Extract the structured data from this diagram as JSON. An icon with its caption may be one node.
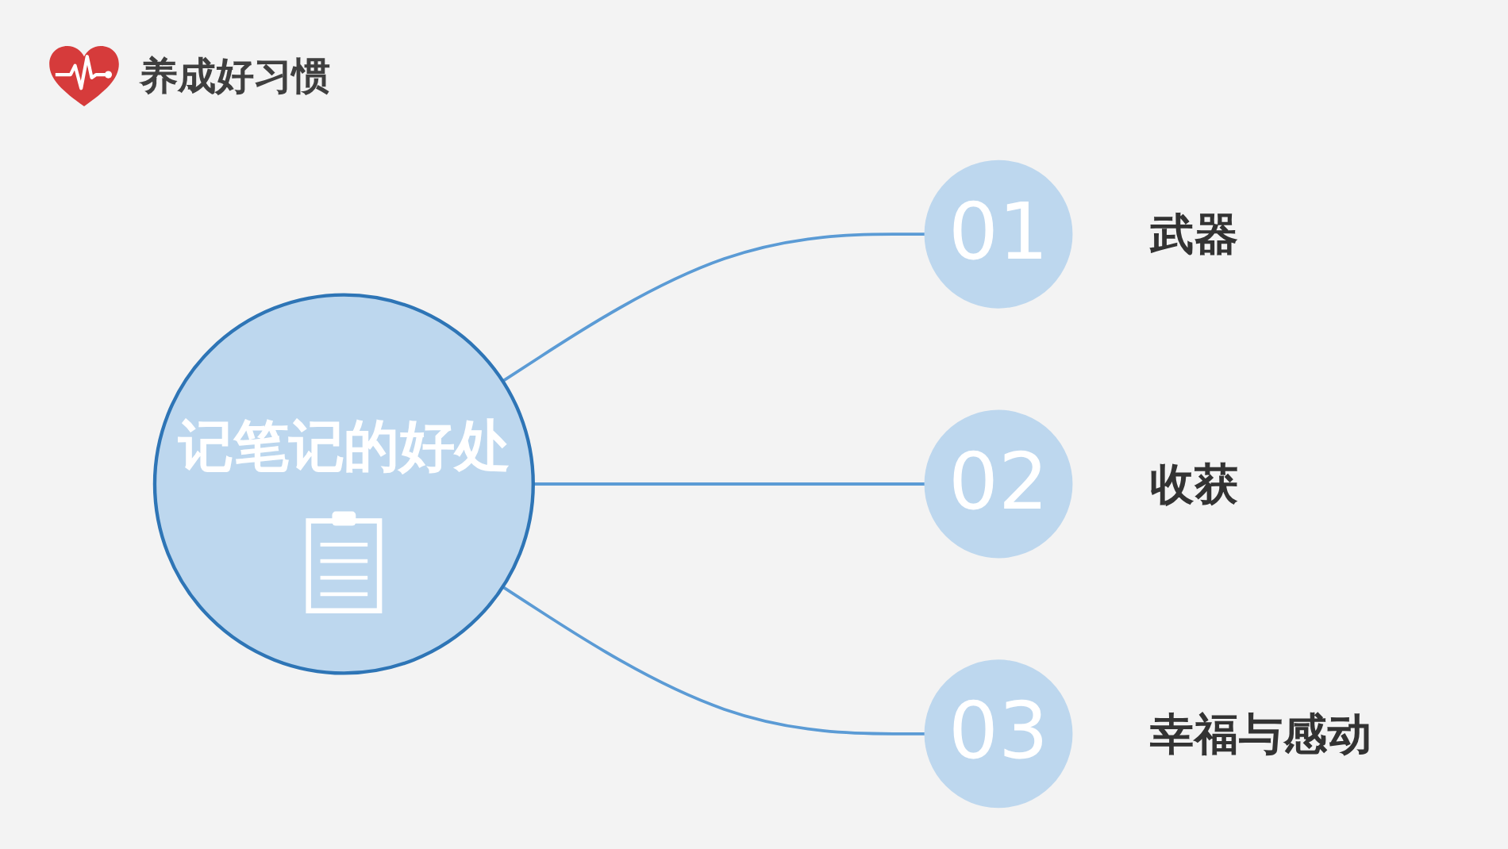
{
  "diagram": {
    "title": "养成好习惯",
    "nodes": [
      {
        "text": [
          "记笔记的好处"
        ]
      },
      {
        "text": [
          "01"
        ],
        "beside": [
          "武器"
        ]
      },
      {
        "text": [
          "02"
        ],
        "beside": [
          "收获"
        ]
      },
      {
        "text": [
          "03"
        ],
        "beside": [
          "幸福与感动"
        ]
      }
    ],
    "edges": [
      {
        "from": 0,
        "to": 1,
        "arrow": "none"
      },
      {
        "from": 0,
        "to": 2,
        "arrow": "none"
      },
      {
        "from": 0,
        "to": 3,
        "arrow": "none"
      }
    ]
  }
}
